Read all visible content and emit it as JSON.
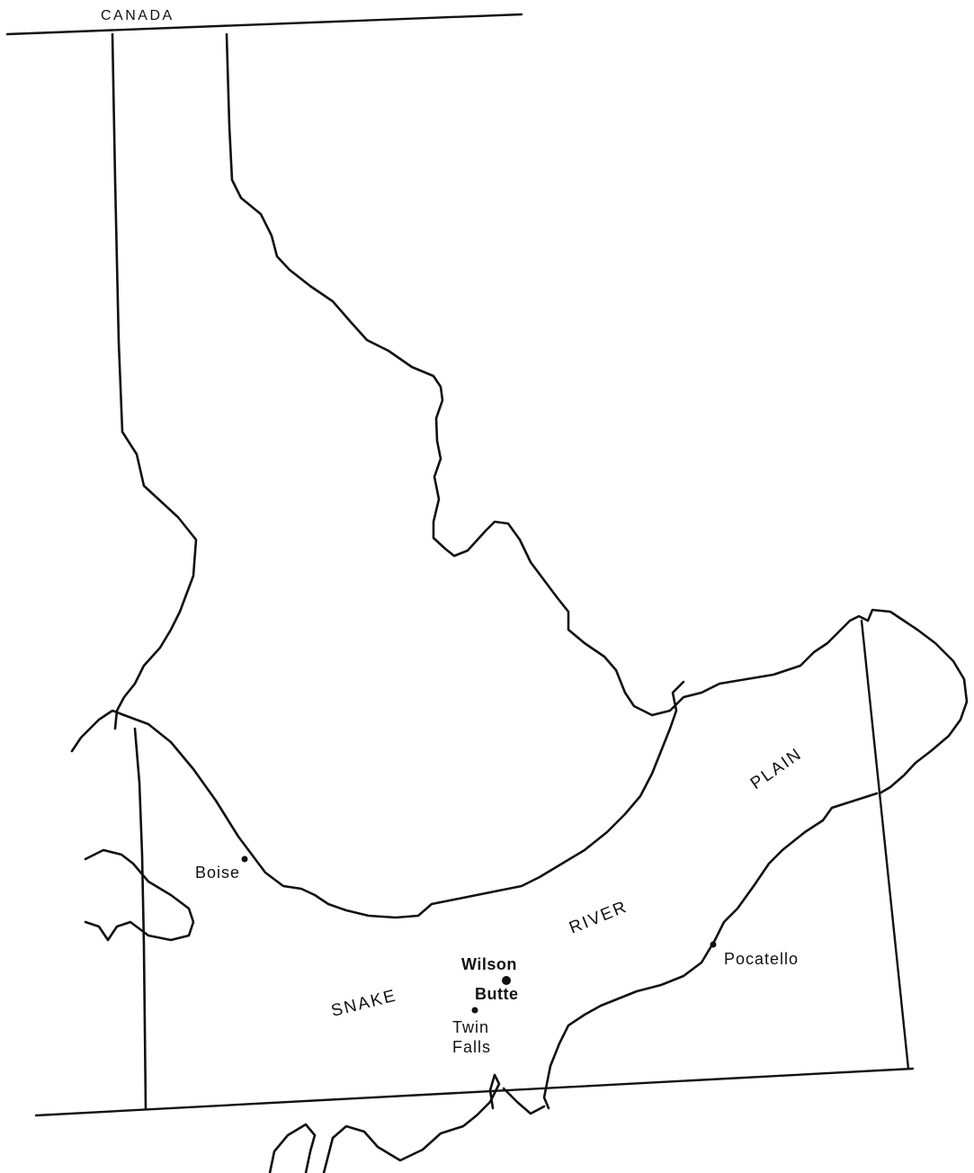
{
  "map": {
    "labels": {
      "canada": "CANADA",
      "snake": "SNAKE",
      "river": "RIVER",
      "plain": "PLAIN"
    },
    "cities": {
      "boise": "Boise",
      "wilson": "Wilson",
      "butte": "Butte",
      "twin": "Twin",
      "falls": "Falls",
      "pocatello": "Pocatello"
    }
  }
}
